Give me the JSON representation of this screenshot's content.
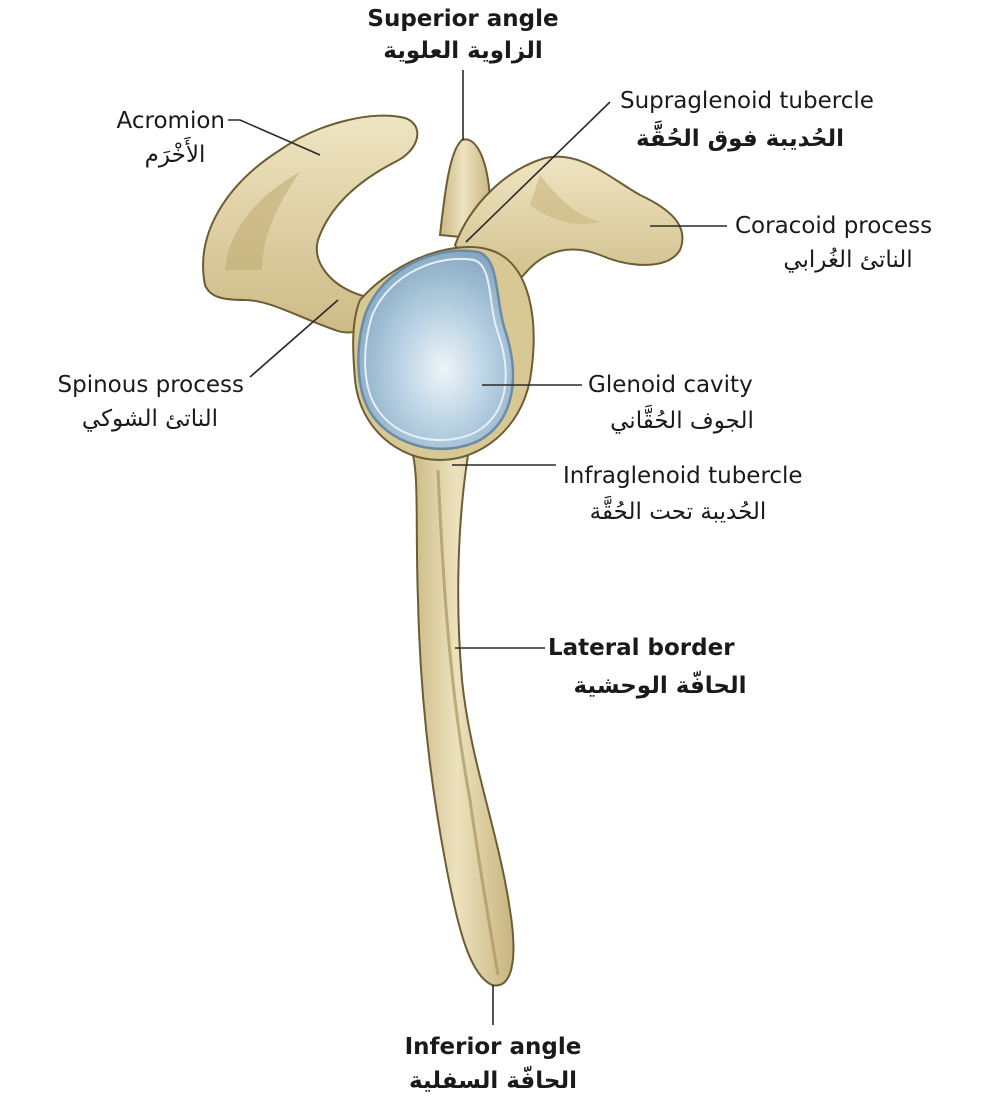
{
  "colors": {
    "bone": "#e3d6a9",
    "bone_shadow": "#b9a672",
    "bone_highlight": "#f1e8c6",
    "cartilage": "#a9c6da",
    "cartilage_rim": "#d6e3ec",
    "outline": "#5a4c2a",
    "leader": "#2a2a2a",
    "text": "#1a1a1a"
  },
  "labels": {
    "superior_angle": {
      "en": "Superior angle",
      "ar": "الزاوية العلوية"
    },
    "acromion": {
      "en": "Acromion",
      "ar": "الأَخْرَم"
    },
    "supraglenoid_tubercle": {
      "en": "Supraglenoid tubercle",
      "ar": "الحُديبة فوق الحُقَّة"
    },
    "coracoid_process": {
      "en": "Coracoid process",
      "ar": "الناتئ الغُرابي"
    },
    "spinous_process": {
      "en": "Spinous process",
      "ar": "الناتئ الشوكي"
    },
    "glenoid_cavity": {
      "en": "Glenoid cavity",
      "ar": "الجوف الحُقَّاني"
    },
    "infraglenoid_tubercle": {
      "en": "Infraglenoid tubercle",
      "ar": "الحُديبة تحت الحُقَّة"
    },
    "lateral_border": {
      "en": "Lateral border",
      "ar": "الحافّة الوحشية"
    },
    "inferior_angle": {
      "en": "Inferior angle",
      "ar": "الحافّة السفلية"
    }
  }
}
